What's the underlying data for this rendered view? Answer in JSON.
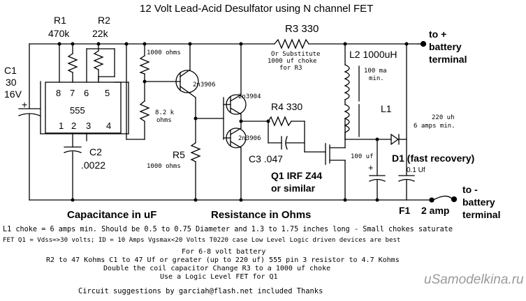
{
  "title": "12 Volt Lead-Acid Desulfator using N channel FET",
  "components": {
    "r1": {
      "name": "R1",
      "value": "470k"
    },
    "r2": {
      "name": "R2",
      "value": "22k"
    },
    "c1": {
      "name": "C1",
      "value1": "30",
      "value2": "16V",
      "plus": "+"
    },
    "ic": {
      "label": "555",
      "pins_top": [
        "8",
        "7",
        "6",
        "5"
      ],
      "pins_bottom": [
        "1",
        "2",
        "3",
        "4"
      ]
    },
    "c2": {
      "name": "C2",
      "value": ".0022"
    },
    "r_1000": "1000 ohms",
    "q_top": "2n3906",
    "r_8k2": [
      "8.2 k",
      "ohms"
    ],
    "r5": {
      "name": "R5",
      "value": "1000 ohms"
    },
    "q_npn": "2n3904",
    "q_pnp": "2n3906",
    "r3": {
      "label": "R3  330",
      "note": [
        "Or Substitute",
        "1000 uf choke",
        "for R3"
      ]
    },
    "r4": "R4 330",
    "c3": "C3 .047",
    "q1": [
      "Q1 IRF Z44",
      "or similar"
    ],
    "l2": {
      "label": "L2 1000uH",
      "note": [
        "100 ma",
        "min."
      ]
    },
    "l1": {
      "label": "L1",
      "note": [
        "220 uh",
        "6 amps min."
      ]
    },
    "cap_100uf": "100 uf",
    "cap_plus": "+",
    "cap_01": "0.1 Uf",
    "d1": "D1 (fast recovery)",
    "f1": {
      "name": "F1",
      "value": "2 amp"
    },
    "battery_pos": [
      "to +",
      "battery",
      "terminal"
    ],
    "battery_neg": [
      "to -",
      "battery",
      "terminal"
    ]
  },
  "legend": {
    "capacitance": "Capacitance in  uF",
    "resistance": "Resistance in Ohms"
  },
  "notes": [
    "L1 choke = 6 amps min. Should be 0.5 to 0.75 Diameter and 1.3 to 1.75 inches long - Small chokes saturate",
    "FET Q1 = Vdss=>30 volts; ID = 10 Amps Vgsmax<20 Volts T0220 case Low Level Logic driven devices are best",
    "For 6-8 volt battery",
    "R2 to 47 Kohms  C1 to 47 Uf or greater (up to 220 uf)     555 pin 3 resistor to 4.7 Kohms",
    "Double the coil capacitor    Change R3 to a 1000 uf choke",
    "Use a Logic Level FET for Q1",
    "Circuit suggestions by  garciah@flash.net included        Thanks"
  ],
  "watermark": "uSamodelkina.ru"
}
